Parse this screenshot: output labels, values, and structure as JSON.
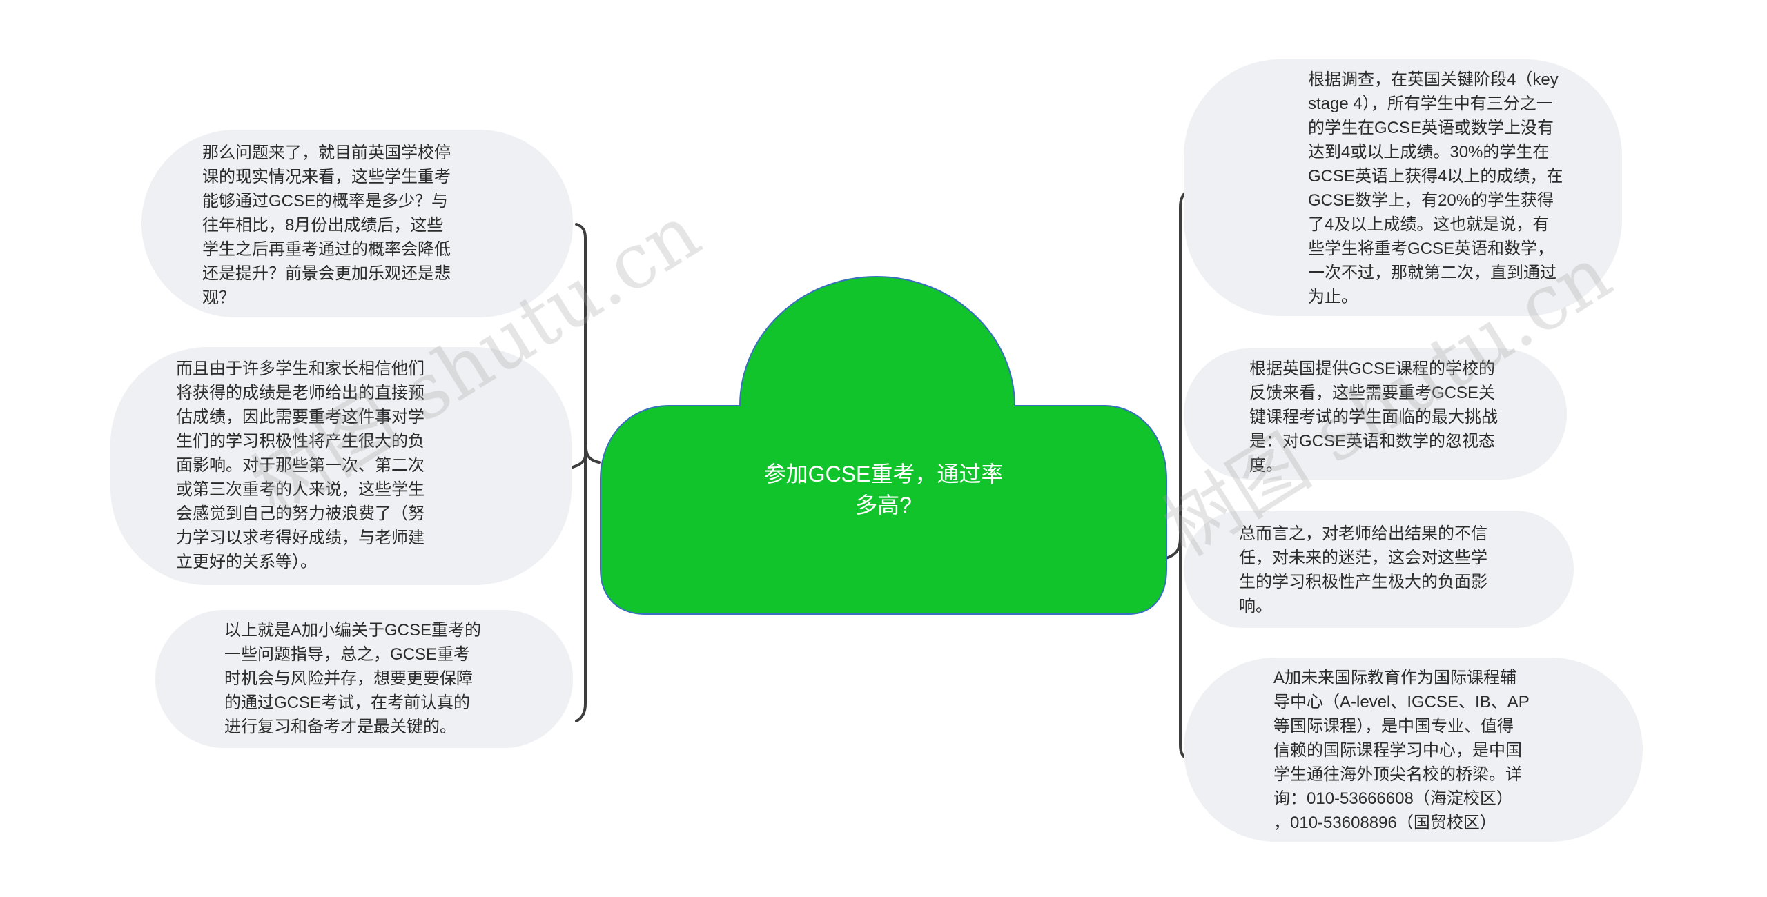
{
  "center": {
    "label": "参加GCSE重考，通过率\n多高?",
    "fill_color": "#12c42c",
    "stroke_color": "#3a6fbf"
  },
  "left_nodes": [
    {
      "text": "那么问题来了，就目前英国学校停\n课的现实情况来看，这些学生重考\n能够通过GCSE的概率是多少？与\n往年相比，8月份出成绩后，这些\n学生之后再重考通过的概率会降低\n还是提升？前景会更加乐观还是悲\n观？"
    },
    {
      "text": "而且由于许多学生和家长相信他们\n将获得的成绩是老师给出的直接预\n估成绩，因此需要重考这件事对学\n生们的学习积极性将产生很大的负\n面影响。对于那些第一次、第二次\n或第三次重考的人来说，这些学生\n会感觉到自己的努力被浪费了（努\n力学习以求考得好成绩，与老师建\n立更好的关系等）。"
    },
    {
      "text": "以上就是A加小编关于GCSE重考的\n一些问题指导，总之，GCSE重考\n时机会与风险并存，想要更要保障\n的通过GCSE考试，在考前认真的\n进行复习和备考才是最关键的。"
    }
  ],
  "right_nodes": [
    {
      "text": "根据调查，在英国关键阶段4（key\nstage 4），所有学生中有三分之一\n的学生在GCSE英语或数学上没有\n达到4或以上成绩。30%的学生在\nGCSE英语上获得4以上的成绩，在\nGCSE数学上，有20%的学生获得\n了4及以上成绩。这也就是说，有\n些学生将重考GCSE英语和数学，\n一次不过，那就第二次，直到通过\n为止。"
    },
    {
      "text": "根据英国提供GCSE课程的学校的\n反馈来看，这些需要重考GCSE关\n键课程考试的学生面临的最大挑战\n是：对GCSE英语和数学的忽视态\n度。"
    },
    {
      "text": "总而言之，对老师给出结果的不信\n任，对未来的迷茫，这会对这些学\n生的学习积极性产生极大的负面影\n响。"
    },
    {
      "text": "A加未来国际教育作为国际课程辅\n导中心（A-level、IGCSE、IB、AP\n等国际课程），是中国专业、值得\n信赖的国际课程学习中心，是中国\n学生通往海外顶尖名校的桥梁。详\n询：010-53666608（海淀校区）\n，010-53608896（国贸校区）"
    }
  ],
  "watermark": {
    "left": "树图 shutu.cn",
    "right": "树图 shutu.cn"
  },
  "colors": {
    "node_fill": "#eef0f3",
    "connector": "#3d3d3d",
    "node_text": "#2b2b2b"
  }
}
